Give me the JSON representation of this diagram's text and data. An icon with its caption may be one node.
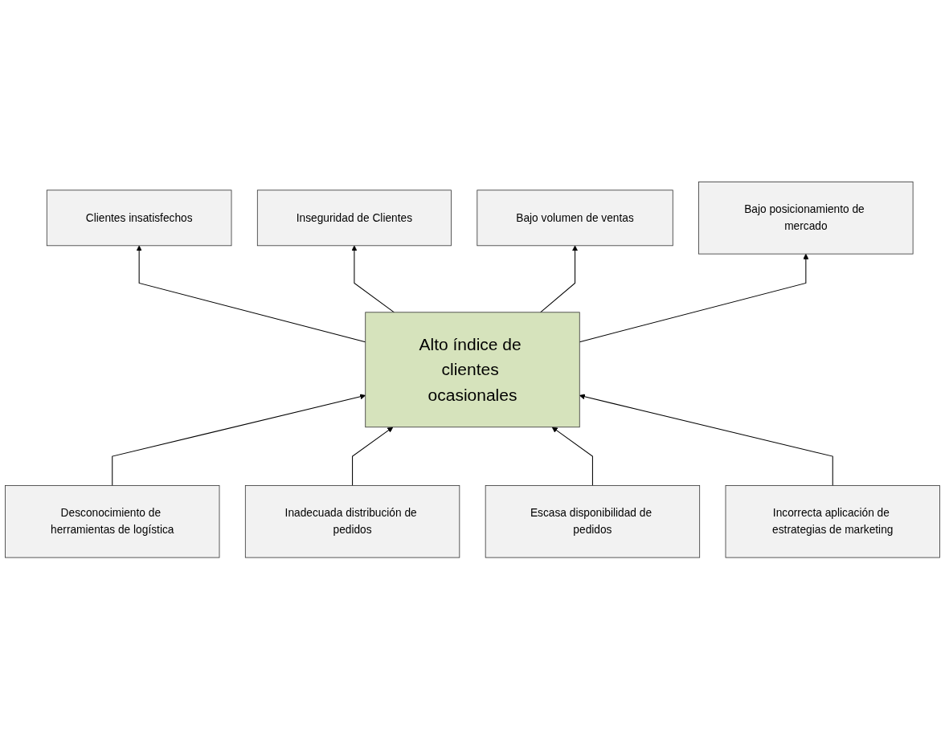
{
  "diagram": {
    "nodes": [
      {
        "text": [
          "Clientes insatisfechos"
        ]
      },
      {
        "text": [
          "Inseguridad de Clientes"
        ]
      },
      {
        "text": [
          "Bajo volumen de ventas"
        ]
      },
      {
        "text": [
          "Bajo posicionamiento de mercado"
        ]
      },
      {
        "text": [
          "Alto índice de clientes ocasionales"
        ]
      },
      {
        "text": [
          "Desconocimiento de herramientas de logística"
        ]
      },
      {
        "text": [
          "Inadecuada distribución de pedidos"
        ]
      },
      {
        "text": [
          "Escasa disponibilidad de pedidos"
        ]
      },
      {
        "text": [
          "Incorrecta aplicación de estrategias de marketing"
        ]
      }
    ],
    "edges": [
      {
        "from": 4,
        "to": 0,
        "arrow": "to"
      },
      {
        "from": 4,
        "to": 1,
        "arrow": "to"
      },
      {
        "from": 4,
        "to": 2,
        "arrow": "to"
      },
      {
        "from": 4,
        "to": 3,
        "arrow": "to"
      },
      {
        "from": 5,
        "to": 4,
        "arrow": "to"
      },
      {
        "from": 6,
        "to": 4,
        "arrow": "to"
      },
      {
        "from": 7,
        "to": 4,
        "arrow": "to"
      },
      {
        "from": 8,
        "to": 4,
        "arrow": "to"
      }
    ]
  }
}
